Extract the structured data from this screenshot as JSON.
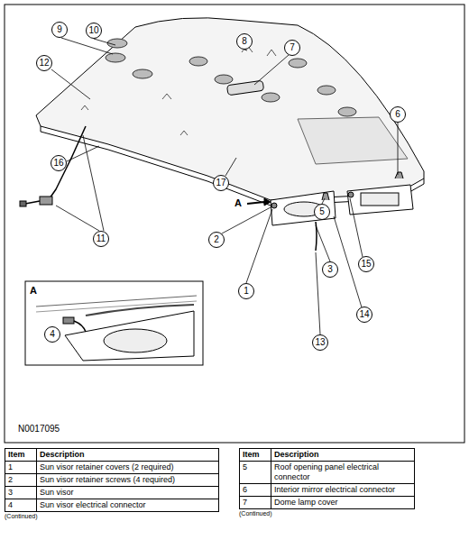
{
  "diagram": {
    "labels": [
      "1",
      "2",
      "3",
      "4",
      "5",
      "6",
      "7",
      "8",
      "9",
      "10",
      "11",
      "12",
      "13",
      "14",
      "15",
      "16",
      "17",
      "A",
      "A",
      "N0017095",
      "Item",
      "Description",
      "1",
      "Sun visor retainer covers (2 required)",
      "2",
      "Sun visor retainer screws (4 required)",
      "3",
      "Sun visor",
      "4",
      "Sun visor electrical connector",
      "(Continued)",
      "Item",
      "Description",
      "5",
      "Roof opening panel electrical connector",
      "6",
      "Interior mirror electrical connector",
      "7",
      "Dome lamp cover",
      "(Continued)"
    ]
  }
}
